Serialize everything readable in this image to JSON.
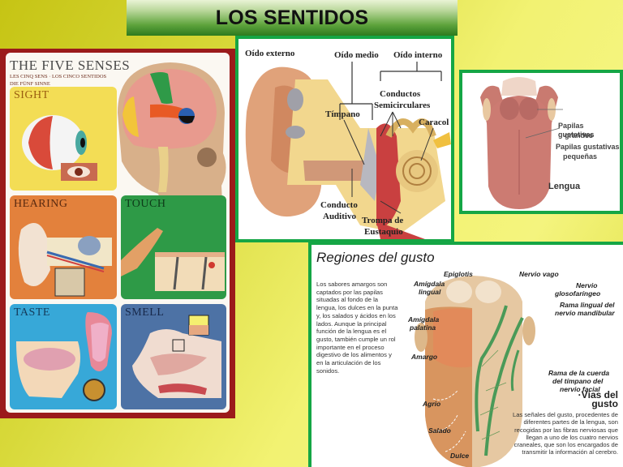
{
  "slide": {
    "title": "LOS SENTIDOS",
    "colors": {
      "background_yellow": "#d8d93a",
      "title_green_dark": "#2d7a1e",
      "frame_green": "#15a645",
      "poster_red": "#9b1b1b"
    }
  },
  "poster": {
    "title": "THE FIVE SENSES",
    "subtitle_line1": "LES CINQ SENS · LOS CINCO SENTIDOS",
    "subtitle_line2": "DIE FÜNF SINNE",
    "panels": {
      "sight": {
        "label": "SIGHT",
        "color": "#f3dd55"
      },
      "hearing": {
        "label": "HEARING",
        "color": "#e3813c"
      },
      "touch": {
        "label": "TOUCH",
        "color": "#2e9a47"
      },
      "taste": {
        "label": "TASTE",
        "color": "#37a8d8"
      },
      "smell": {
        "label": "SMELL",
        "color": "#4d72a5"
      }
    }
  },
  "ear_diagram": {
    "labels": {
      "outer_ear": "Oído externo",
      "middle_ear": "Oído medio",
      "inner_ear": "Oído interno",
      "semicircular_1": "Conductos",
      "semicircular_2": "Semicirculares",
      "eardrum": "Tímpano",
      "cochlea": "Caracol",
      "canal_1": "Conducto",
      "canal_2": "Auditivo",
      "eustachian_1": "Trompa de",
      "eustachian_2": "Eustaquio"
    }
  },
  "tongue_diagram": {
    "labels": {
      "large_papillae_1": "Papilas gustativas",
      "large_papillae_2": "grandes",
      "small_papillae_1": "Papilas gustativas",
      "small_papillae_2": "pequeñas",
      "tongue": "Lengua"
    }
  },
  "taste_regions": {
    "title": "Regiones del gusto",
    "description": "Los sabores amargos son captados por las papilas situadas al fondo de la lengua, los dulces en la punta y, los salados y ácidos en los lados. Aunque la principal función de la lengua es el gusto, también cumple un rol importante en el proceso digestivo de los alimentos y en la articulación de los sonidos.",
    "labels": {
      "epiglottis": "Epiglotis",
      "lingual_tonsil_1": "Amígdala",
      "lingual_tonsil_2": "lingual",
      "palatine_tonsil_1": "Amígdala",
      "palatine_tonsil_2": "palatina",
      "bitter": "Amargo",
      "sour": "Agrio",
      "salty": "Salado",
      "sweet": "Dulce",
      "vagus": "Nervio vago",
      "glosso_1": "Nervio",
      "glosso_2": "glosofaríngeo",
      "mandibular_1": "Rama lingual del",
      "mandibular_2": "nervio mandibular",
      "chorda_1": "Rama de la cuerda",
      "chorda_2": "del tímpano del",
      "chorda_3": "nervio facial"
    },
    "pathways_title_1": "·Vías del",
    "pathways_title_2": "gusto",
    "pathways_text": "Las señales del gusto, procedentes de diferentes partes de la lengua, son recogidas por las fibras nerviosas que llegan a uno de los cuatro nervios craneales, que son los encargados de transmitir la información al cerebro."
  }
}
